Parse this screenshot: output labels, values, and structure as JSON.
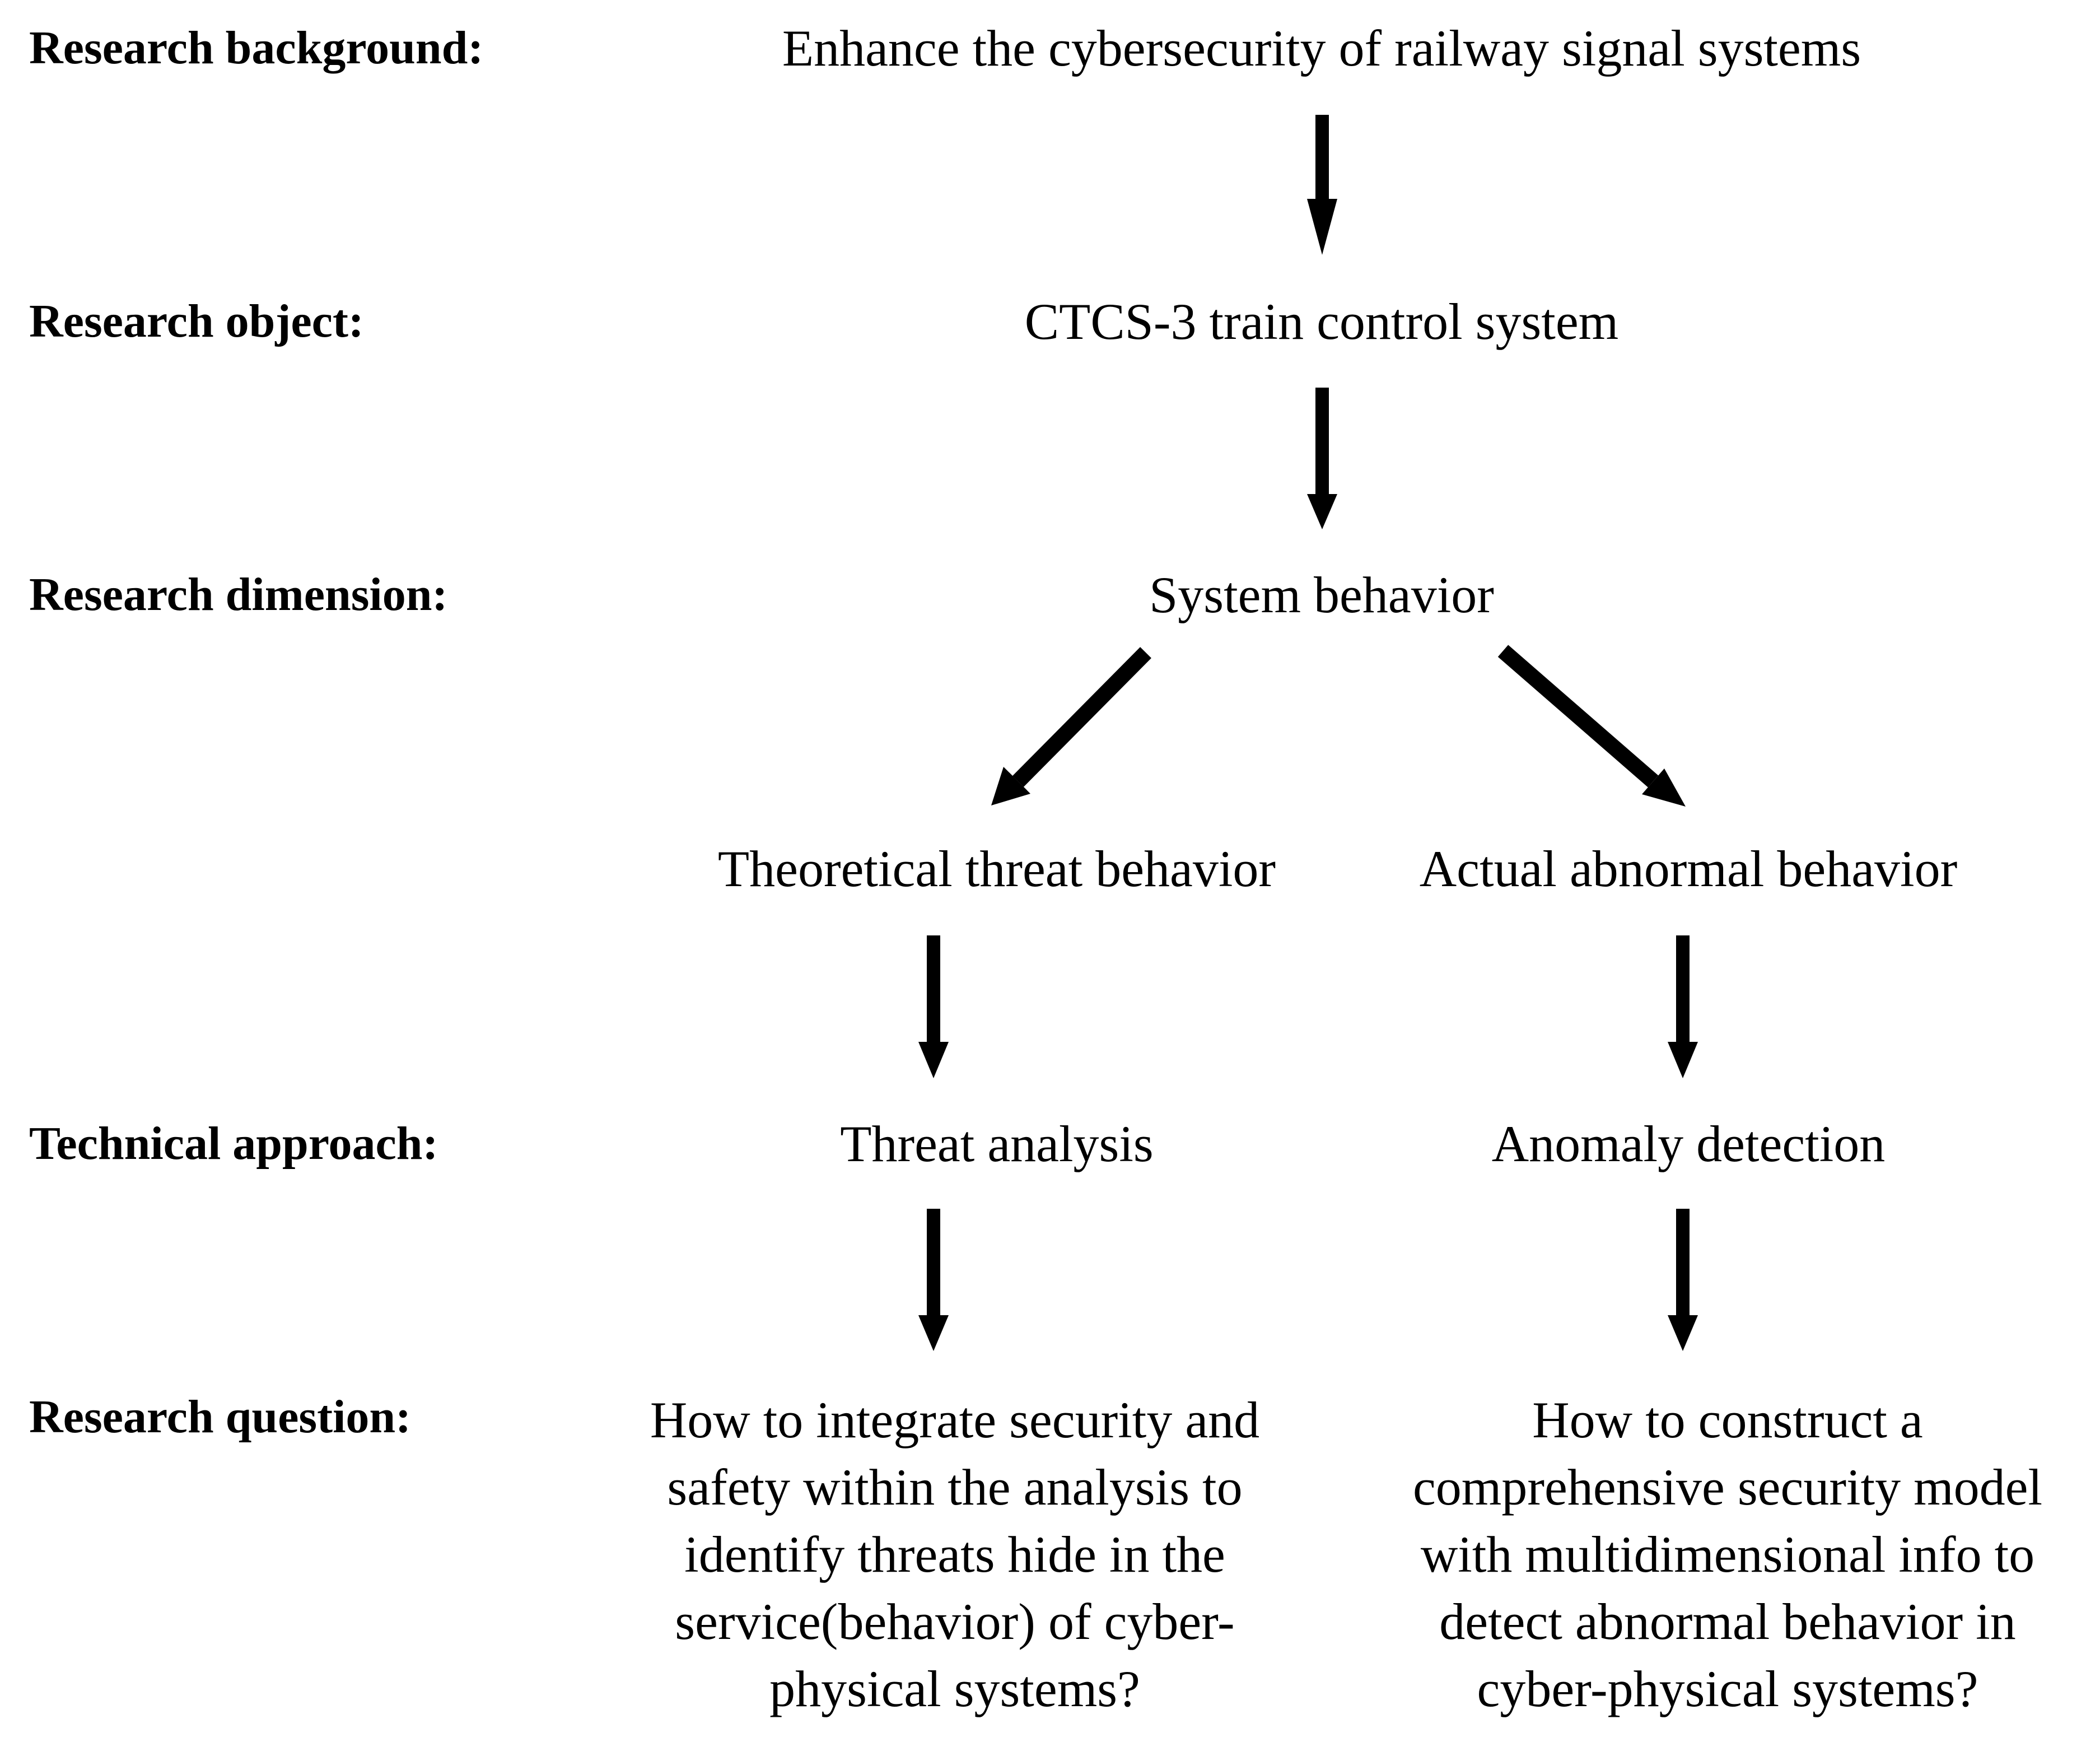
{
  "row_labels": {
    "background": "Research background:",
    "object": "Research object:",
    "dimension": "Research dimension:",
    "approach": "Technical approach:",
    "question": "Research question:"
  },
  "nodes": {
    "background": "Enhance the cybersecurity of railway signal systems",
    "object": "CTCS-3 train control system",
    "dimension": "System behavior",
    "theoretical_behavior": "Theoretical threat behavior",
    "actual_behavior": "Actual abnormal behavior",
    "threat_analysis": "Threat analysis",
    "anomaly_detection": "Anomaly detection"
  },
  "questions": {
    "left": [
      "How to integrate security and",
      "safety within the analysis to",
      "identify threats hide in the",
      "service(behavior) of cyber-",
      "physical systems?"
    ],
    "right": [
      "How to construct a",
      "comprehensive security model",
      "with multidimensional info to",
      "detect abnormal behavior in",
      "cyber-physical systems?"
    ]
  },
  "colors": {
    "text": "#000000",
    "arrow": "#000000",
    "background": "#ffffff"
  }
}
